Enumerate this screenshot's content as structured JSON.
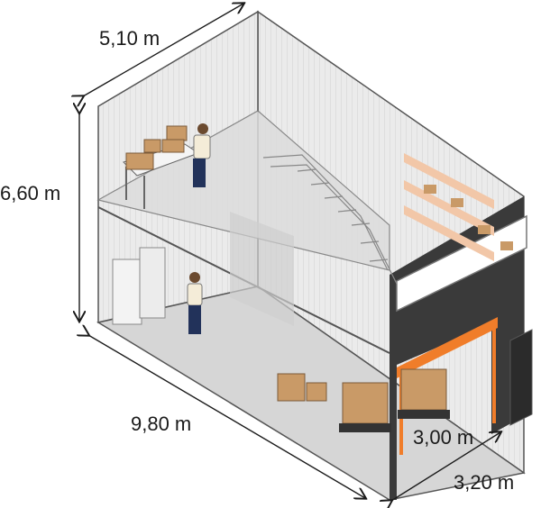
{
  "dimensions": {
    "width": "5,10 m",
    "height": "6,60 m",
    "length": "9,80 m",
    "door_height": "3,00 m",
    "door_width": "3,20 m"
  },
  "colors": {
    "wall": "#e6e6e6",
    "wall_dark": "#c9c9c9",
    "floor": "#d8d8d8",
    "front_wall": "#3a3a3a",
    "door_accent": "#f07d2a",
    "box": "#c99a67",
    "shelf": "#f2c7a8"
  },
  "icons": [
    "person-icon",
    "box-stack-icon",
    "filing-cabinet-icon",
    "staircase-icon",
    "shelving-icon",
    "rolling-door-icon"
  ]
}
